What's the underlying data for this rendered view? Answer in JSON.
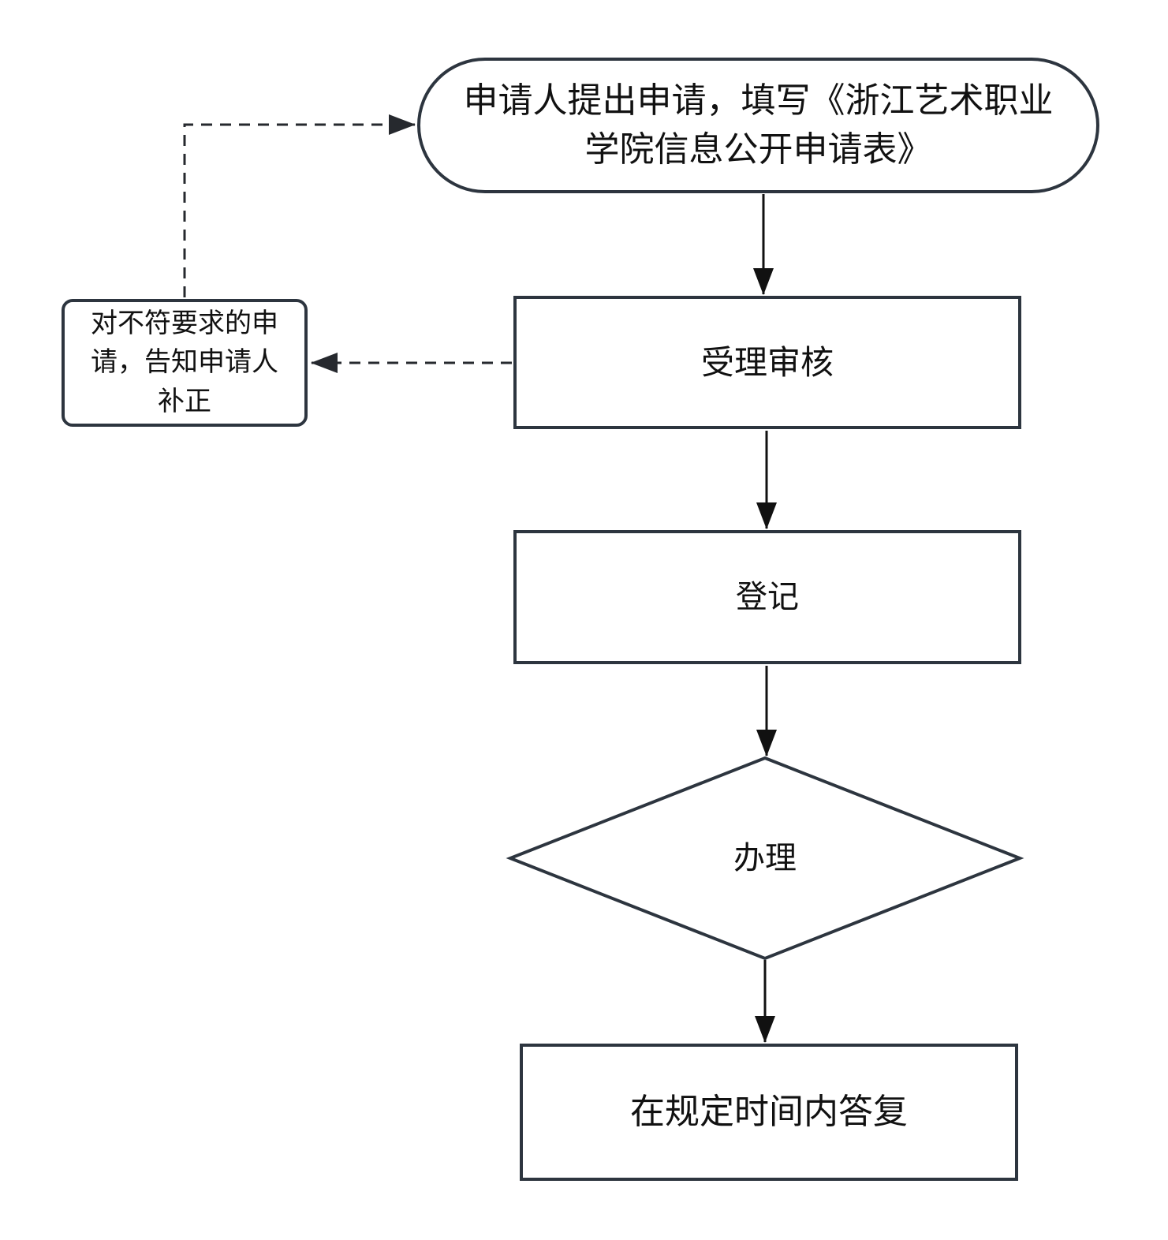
{
  "diagram": {
    "type": "flowchart",
    "language": "zh-CN",
    "nodes": {
      "apply": {
        "shape": "terminator",
        "label": "申请人提出申请，填写《浙江艺术职业学院信息公开申请表》"
      },
      "review": {
        "shape": "process",
        "label": "受理审核"
      },
      "correction": {
        "shape": "process",
        "label": "对不符要求的申请，告知申请人补正"
      },
      "register": {
        "shape": "process",
        "label": "登记"
      },
      "handle": {
        "shape": "decision",
        "label": "办理"
      },
      "reply": {
        "shape": "process",
        "label": "在规定时间内答复"
      }
    },
    "edges": [
      {
        "from": "apply",
        "to": "review",
        "style": "solid"
      },
      {
        "from": "review",
        "to": "register",
        "style": "solid"
      },
      {
        "from": "register",
        "to": "handle",
        "style": "solid"
      },
      {
        "from": "handle",
        "to": "reply",
        "style": "solid"
      },
      {
        "from": "review",
        "to": "correction",
        "style": "dashed"
      },
      {
        "from": "correction",
        "to": "apply",
        "style": "dashed"
      }
    ],
    "colors": {
      "background": "#ffffff",
      "shape_border": "#2d353f",
      "arrow": "#111111",
      "dashed_arrow": "#26292e",
      "text": "#111111"
    }
  }
}
